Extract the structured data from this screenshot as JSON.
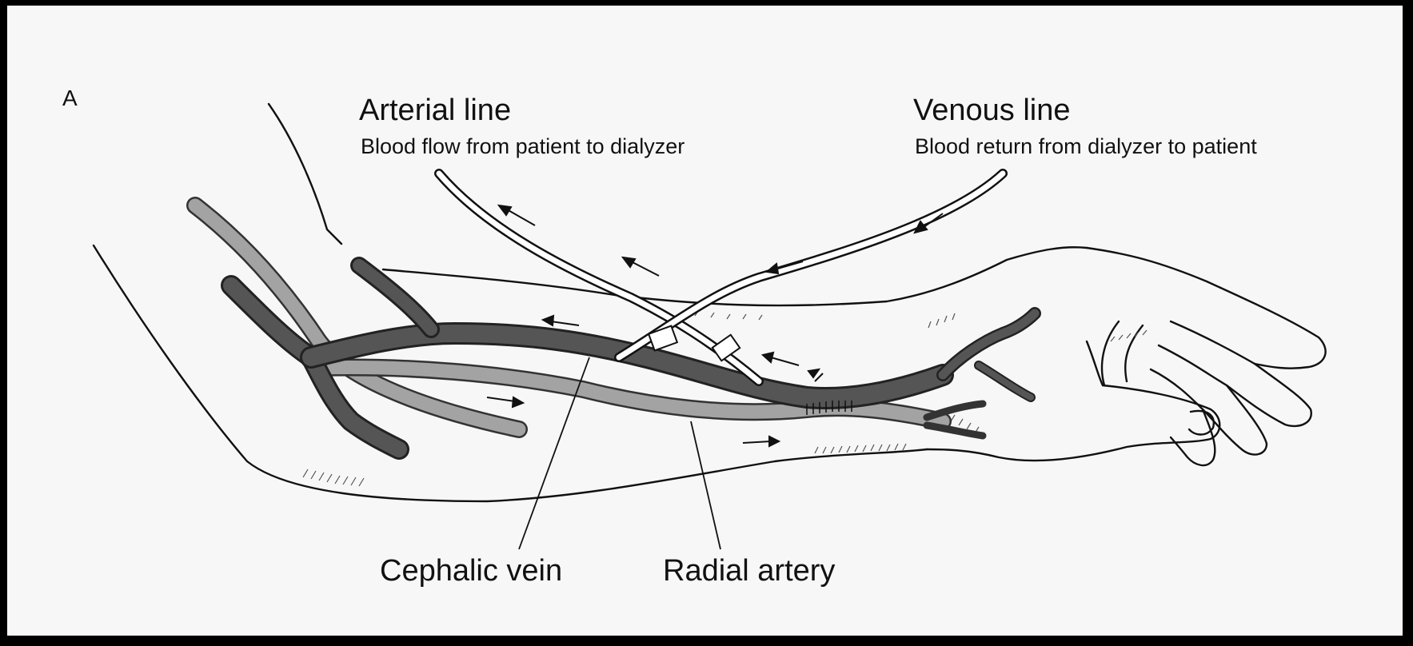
{
  "panel_letter": "A",
  "arterial_line": {
    "title": "Arterial line",
    "subtitle": "Blood flow from patient to dialyzer"
  },
  "venous_line": {
    "title": "Venous line",
    "subtitle": "Blood return from dialyzer to patient"
  },
  "callouts": {
    "cephalic_vein": "Cephalic vein",
    "radial_artery": "Radial artery"
  },
  "colors": {
    "background": "#f7f7f7",
    "frame": "#000000",
    "vein": "#555555",
    "artery": "#a3a3a3",
    "tubing": "#ffffff",
    "outline": "#111111"
  }
}
